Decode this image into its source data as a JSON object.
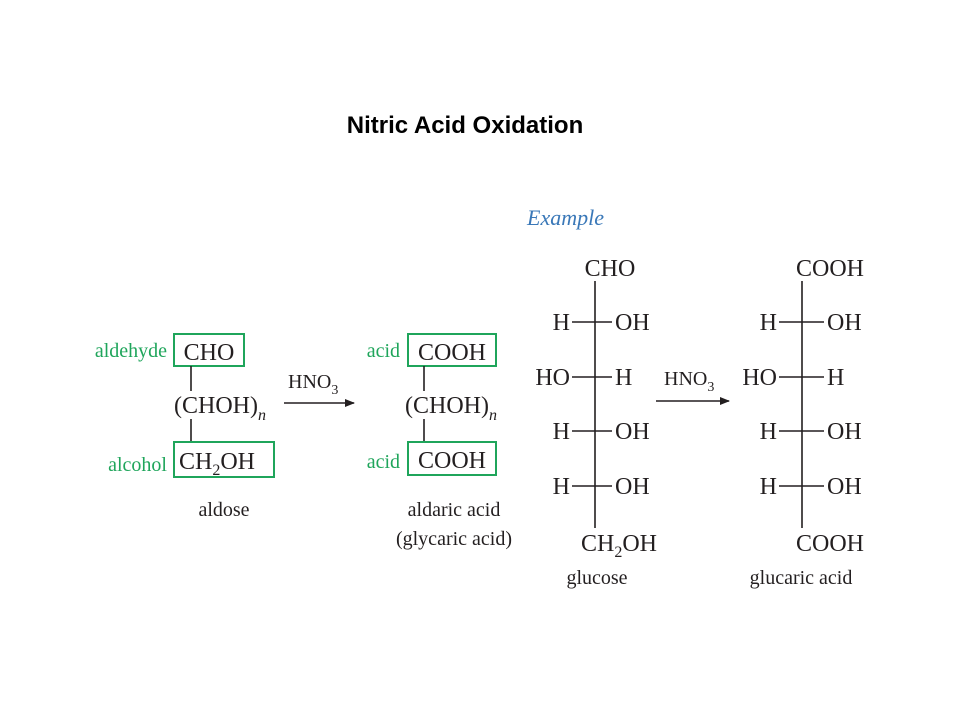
{
  "slide": {
    "title": "Nitric Acid Oxidation"
  },
  "colors": {
    "accent_green": "#1fa55b",
    "example_blue": "#3a78b8",
    "text": "#231f20"
  },
  "general": {
    "aldose": {
      "label_top": "aldehyde",
      "label_bottom": "alcohol",
      "top": "CHO",
      "middle": "(CHOH)",
      "middle_sub": "n",
      "bottom_main": "CH",
      "bottom_sub": "2",
      "bottom_tail": "OH",
      "caption": "aldose"
    },
    "reagent": {
      "main": "HNO",
      "sub": "3"
    },
    "aldaric": {
      "label_top": "acid",
      "label_bottom": "acid",
      "top": "COOH",
      "middle": "(CHOH)",
      "middle_sub": "n",
      "bottom": "COOH",
      "caption_1": "aldaric acid",
      "caption_2": "(glycaric acid)"
    }
  },
  "example": {
    "heading": "Example",
    "reagent": {
      "main": "HNO",
      "sub": "3"
    },
    "glucose": {
      "top": "CHO",
      "rows": [
        {
          "left": "H",
          "right": "OH"
        },
        {
          "left": "HO",
          "right": "H"
        },
        {
          "left": "H",
          "right": "OH"
        },
        {
          "left": "H",
          "right": "OH"
        }
      ],
      "bottom_main": "CH",
      "bottom_sub": "2",
      "bottom_tail": "OH",
      "caption": "glucose"
    },
    "glucaric": {
      "top": "COOH",
      "rows": [
        {
          "left": "H",
          "right": "OH"
        },
        {
          "left": "HO",
          "right": "H"
        },
        {
          "left": "H",
          "right": "OH"
        },
        {
          "left": "H",
          "right": "OH"
        }
      ],
      "bottom": "COOH",
      "caption": "glucaric acid"
    }
  }
}
